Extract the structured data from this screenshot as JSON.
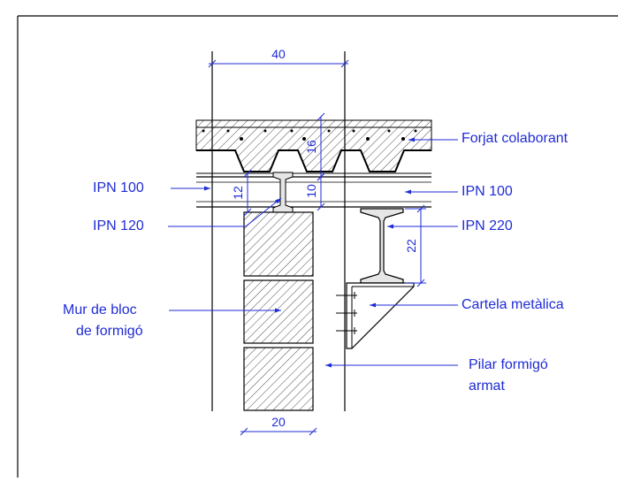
{
  "dimensions": {
    "top_width": "40",
    "slab_depth": "16",
    "ipn100_left": "12",
    "ipn100_right": "10",
    "ipn220_depth": "22",
    "wall_width": "20"
  },
  "labels": {
    "forjat": "Forjat colaborant",
    "ipn100_left": "IPN 100",
    "ipn100_right": "IPN 100",
    "ipn120": "IPN 120",
    "ipn220": "IPN 220",
    "mur_line1": "Mur de bloc",
    "mur_line2": "de formigó",
    "cartela": "Cartela metàlica",
    "pilar_line1": "Pilar formigó",
    "pilar_line2": "armat"
  },
  "colors": {
    "annotation": "#1f2bd6",
    "lines": "#000000",
    "steel_fill": "#e6e6e6"
  }
}
